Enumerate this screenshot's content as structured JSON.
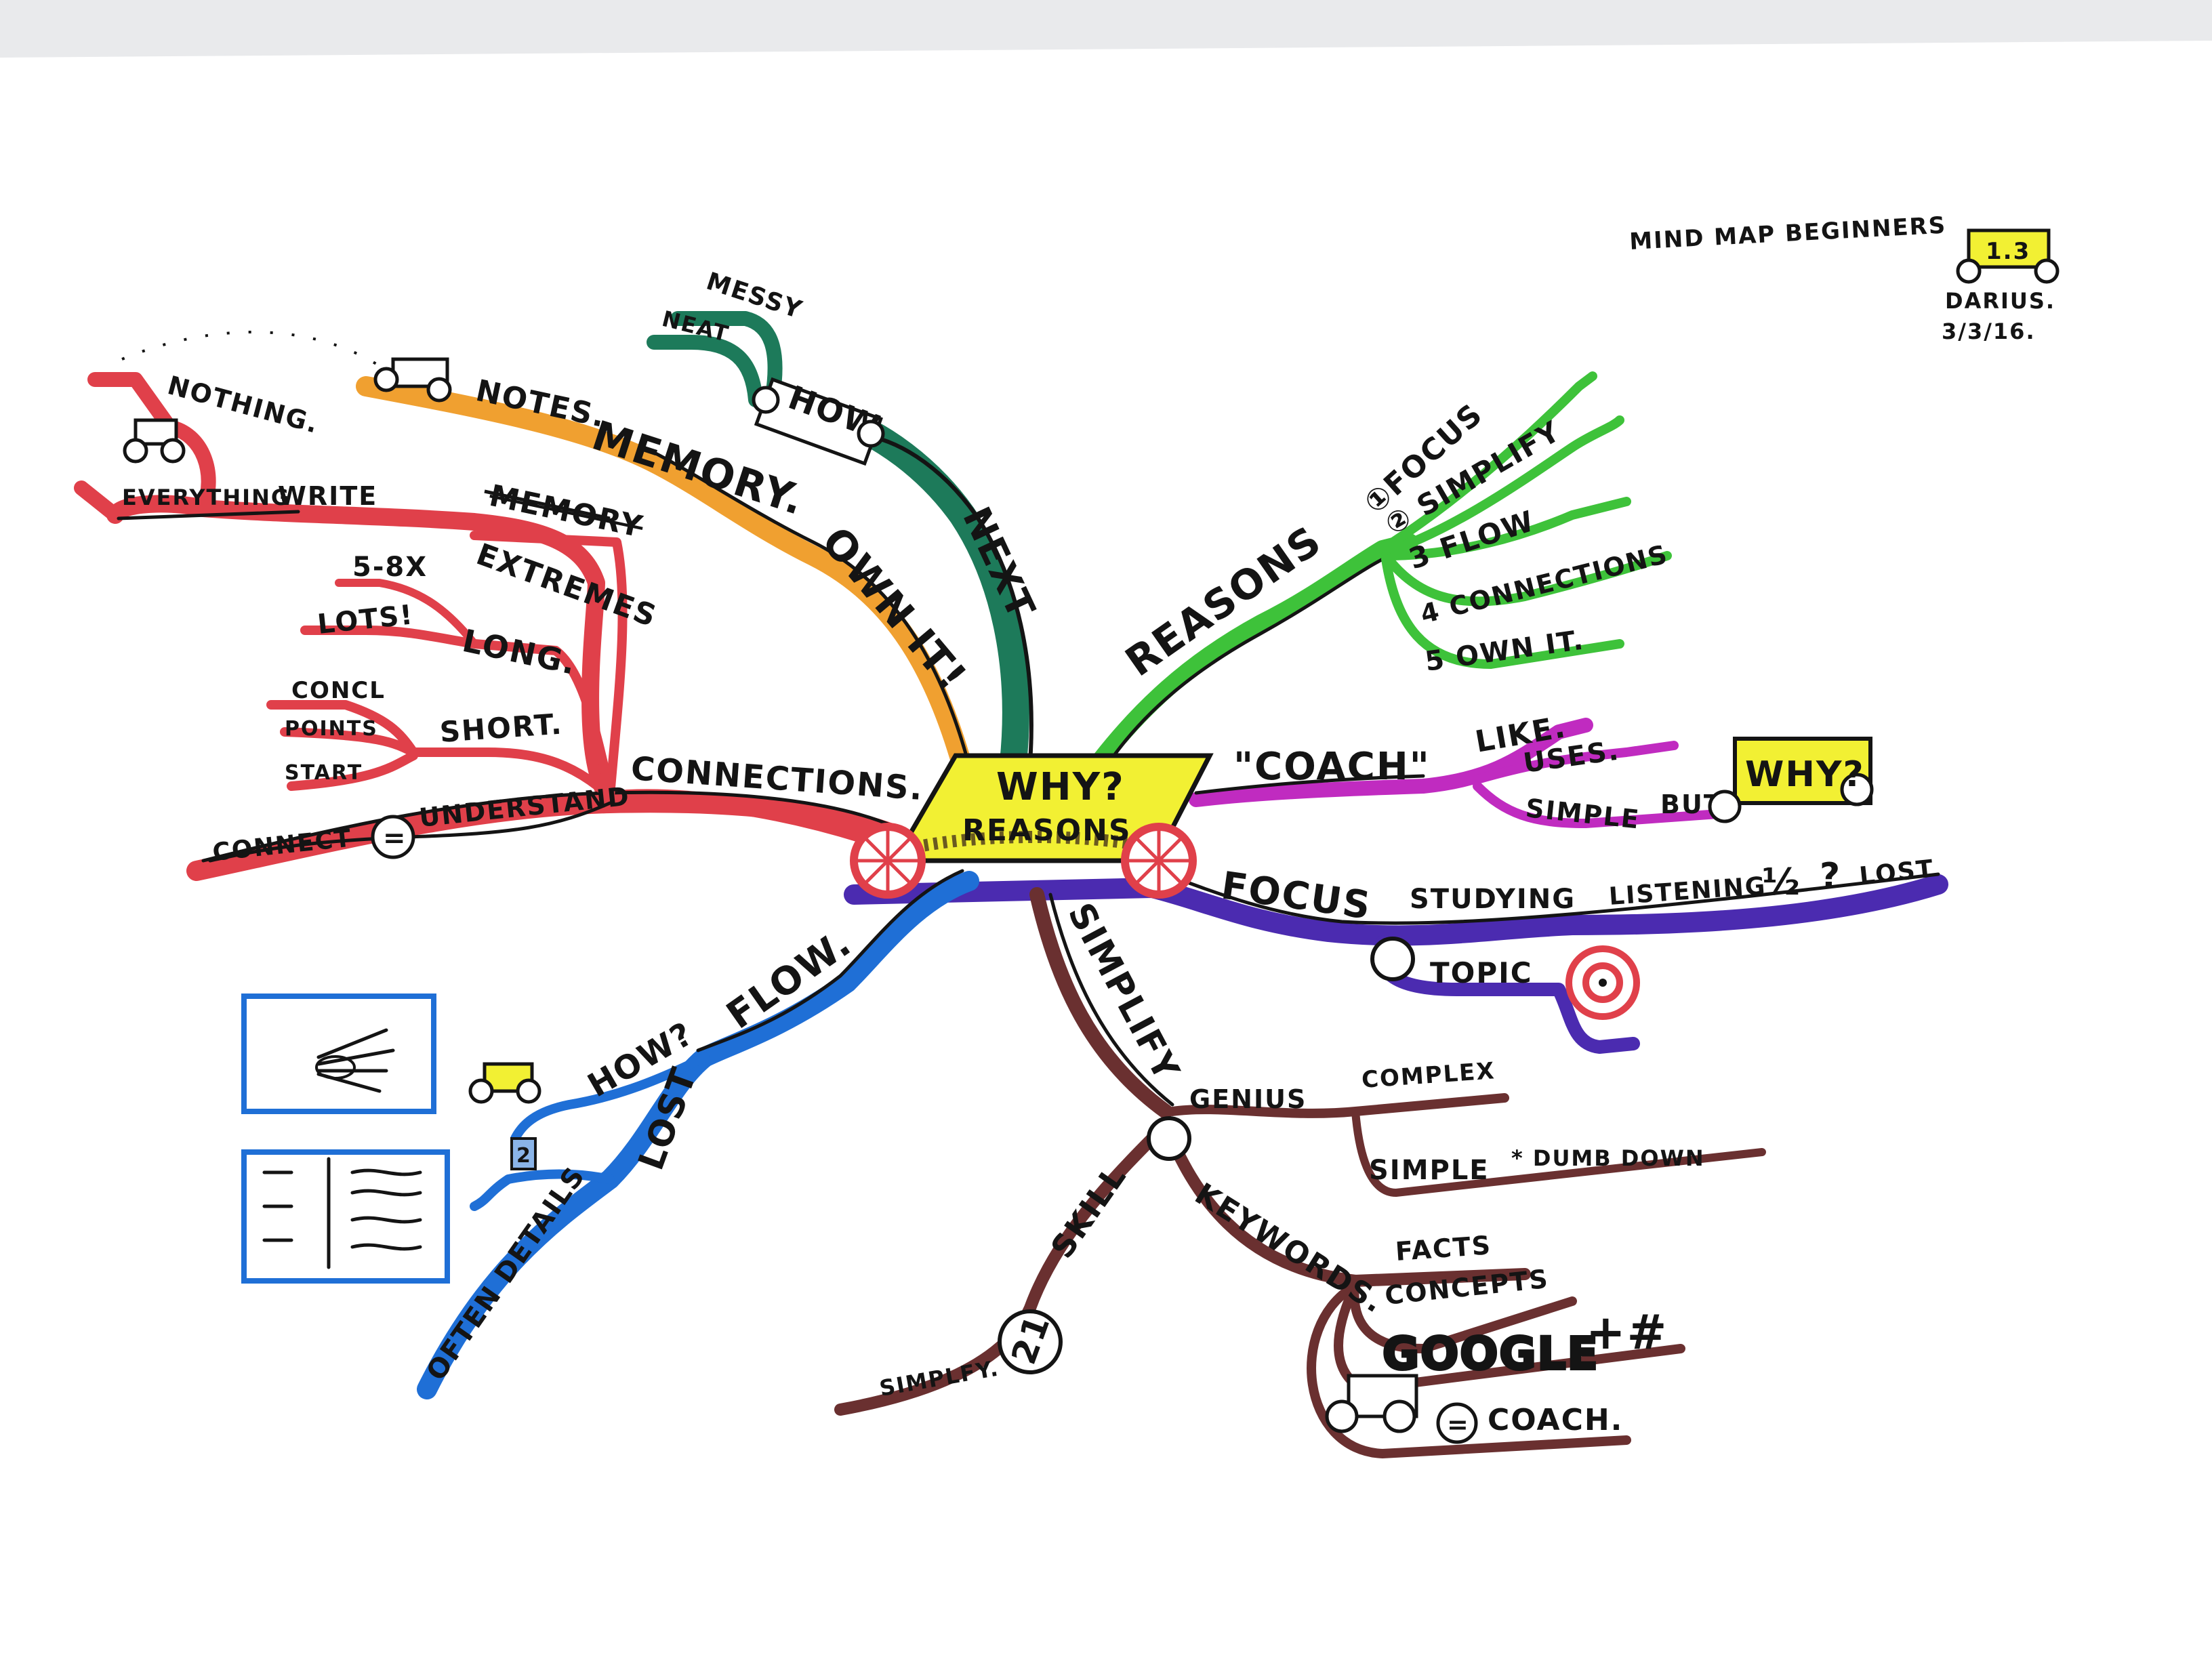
{
  "header": {
    "title": "MIND MAP BEGINNERS",
    "badge": "1.3",
    "author": "DARIUS.",
    "date": "3/3/16."
  },
  "center": {
    "title": "WHY?",
    "subtitle": "REASONS"
  },
  "branches": {
    "next": {
      "label": "NEXT",
      "sub_label": "HOW",
      "messy": "MESSY",
      "neat": "NEAT"
    },
    "own_it": {
      "label": "OWN IT!"
    },
    "memory": {
      "label": "MEMORY.",
      "notes": "NOTES.",
      "nothing": "NOTHING.",
      "everything": "EVERYTHING",
      "write": "WRITE"
    },
    "connections": {
      "label": "CONNECTIONS.",
      "memory_crossed": "MEMORY",
      "extremes": "EXTREMES",
      "range": "5-8X",
      "lots": "LOTS!",
      "long": "LONG.",
      "short": "SHORT.",
      "concl": "CONCL",
      "points": "POINTS",
      "start": "START",
      "understand": "UNDERSTAND",
      "connect": "CONNECT",
      "equals": "="
    },
    "reasons": {
      "label": "REASONS",
      "items": [
        "①FOCUS",
        "② SIMPLIFY",
        "3 FLOW",
        "4 CONNECTIONS",
        "5 OWN IT."
      ]
    },
    "coach": {
      "label": "\"COACH\"",
      "like": "LIKE.",
      "uses": "USES.",
      "simple": "SIMPLE",
      "but": "BUT",
      "why_box": "WHY?"
    },
    "focus": {
      "label": "FOCUS",
      "studying": "STUDYING",
      "listening": "LISTENING",
      "half": "½",
      "question": "?",
      "lost": "LOST",
      "topic": "TOPIC"
    },
    "flow": {
      "label": "FLOW.",
      "how": "HOW?",
      "lost": "LOST",
      "often_details": "OFTEN DETAILS",
      "badge": "2"
    },
    "simplify": {
      "label": "SIMPLIFY",
      "genius": "GENIUS",
      "complex": "COMPLEX",
      "simple": "SIMPLE",
      "dumb_down": "* DUMB DOWN",
      "skill": "SKILL",
      "circle_num": "21",
      "simplfy": "SIMPLFY.",
      "keywords": "KEYWORDS.",
      "facts": "FACTS",
      "concepts": "CONCEPTS",
      "google": "GOOGLE",
      "hash": "+#",
      "equals": "=",
      "coach": "COACH."
    }
  },
  "colors": {
    "paper": "#ffffff",
    "green_dark": "#1d7a5a",
    "orange": "#f0a030",
    "red": "#e0404a",
    "green": "#3ec23a",
    "magenta": "#c02bc0",
    "purple": "#4b2bb0",
    "blue": "#1f6fd6",
    "brown": "#6a3030",
    "yellow": "#f2f033"
  }
}
